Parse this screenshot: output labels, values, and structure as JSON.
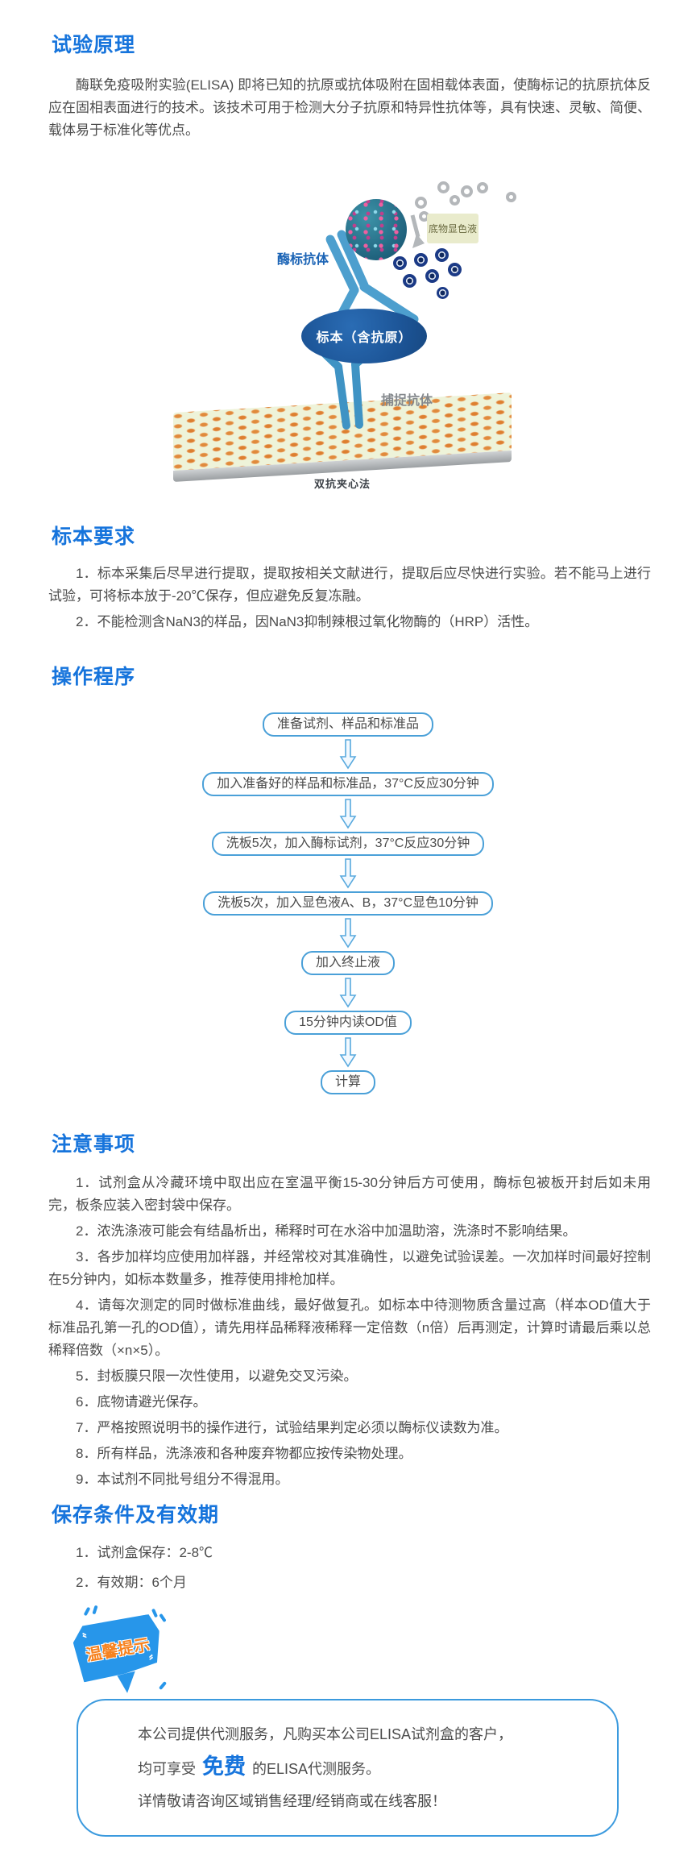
{
  "page": {
    "background": "#ffffff",
    "accent_blue": "#1674dc",
    "body_text_color": "#4c4c4c"
  },
  "principle": {
    "heading": "试验原理",
    "body": "酶联免疫吸附实验(ELISA) 即将已知的抗原或抗体吸附在固相载体表面，使酶标记的抗原抗体反应在固相表面进行的技术。该技术可用于检测大分子抗原和特异性抗体等，具有快速、灵敏、简便、载体易于标准化等优点。"
  },
  "diagram": {
    "labels": {
      "enzyme_antibody": "酶标抗体",
      "substrate": "底物显色液",
      "specimen": "标本（含抗原）",
      "capture_antibody": "捕捉抗体"
    },
    "caption": "双抗夹心法",
    "colors": {
      "antibody_blue": "#4d9fce",
      "ellipse_blue": "#1c5496",
      "well_orange": "#dd7f30",
      "plate_face": "#eef3d9"
    }
  },
  "specimen": {
    "heading": "标本要求",
    "items": [
      "1．标本采集后尽早进行提取，提取按相关文献进行，提取后应尽快进行实验。若不能马上进行试验，可将标本放于-20℃保存，但应避免反复冻融。",
      "2．不能检测含NaN3的样品，因NaN3抑制辣根过氧化物酶的（HRP）活性。"
    ]
  },
  "procedure": {
    "heading": "操作程序",
    "steps": [
      "准备试剂、样品和标准品",
      "加入准备好的样品和标准品，37°C反应30分钟",
      "洗板5次，加入酶标试剂，37°C反应30分钟",
      "洗板5次，加入显色液A、B，37°C显色10分钟",
      "加入终止液",
      "15分钟内读OD值",
      "计算"
    ]
  },
  "notes": {
    "heading": "注意事项",
    "items": [
      "1．试剂盒从冷藏环境中取出应在室温平衡15-30分钟后方可使用，酶标包被板开封后如未用完，板条应装入密封袋中保存。",
      "2．浓洗涤液可能会有结晶析出，稀释时可在水浴中加温助溶，洗涤时不影响结果。",
      "3．各步加样均应使用加样器，并经常校对其准确性，以避免试验误差。一次加样时间最好控制在5分钟内，如标本数量多，推荐使用排枪加样。",
      "4．请每次测定的同时做标准曲线，最好做复孔。如标本中待测物质含量过高（样本OD值大于标准品孔第一孔的OD值），请先用样品稀释液稀释一定倍数（n倍）后再测定，计算时请最后乘以总稀释倍数（×n×5）。",
      "5．封板膜只限一次性使用，以避免交叉污染。",
      "6．底物请避光保存。",
      "7．严格按照说明书的操作进行，试验结果判定必须以酶标仪读数为准。",
      "8．所有样品，洗涤液和各种废弃物都应按传染物处理。",
      "9．本试剂不同批号组分不得混用。"
    ]
  },
  "storage": {
    "heading": "保存条件及有效期",
    "items": [
      "1．试剂盒保存：2-8℃",
      "2．有效期：6个月"
    ]
  },
  "tip": {
    "badge": "温馨提示",
    "quote_open": "〝",
    "quote_close": "〞",
    "badge_color": "#2796ea",
    "badge_text_color": "#f6821f",
    "line1": "本公司提供代测服务，凡购买本公司ELISA试剂盒的客户，",
    "line2_prefix": "均可享受",
    "line2_highlight": "免费",
    "line2_suffix": "的ELISA代测服务。",
    "line3": "详情敬请咨询区域销售经理/经销商或在线客服！"
  }
}
